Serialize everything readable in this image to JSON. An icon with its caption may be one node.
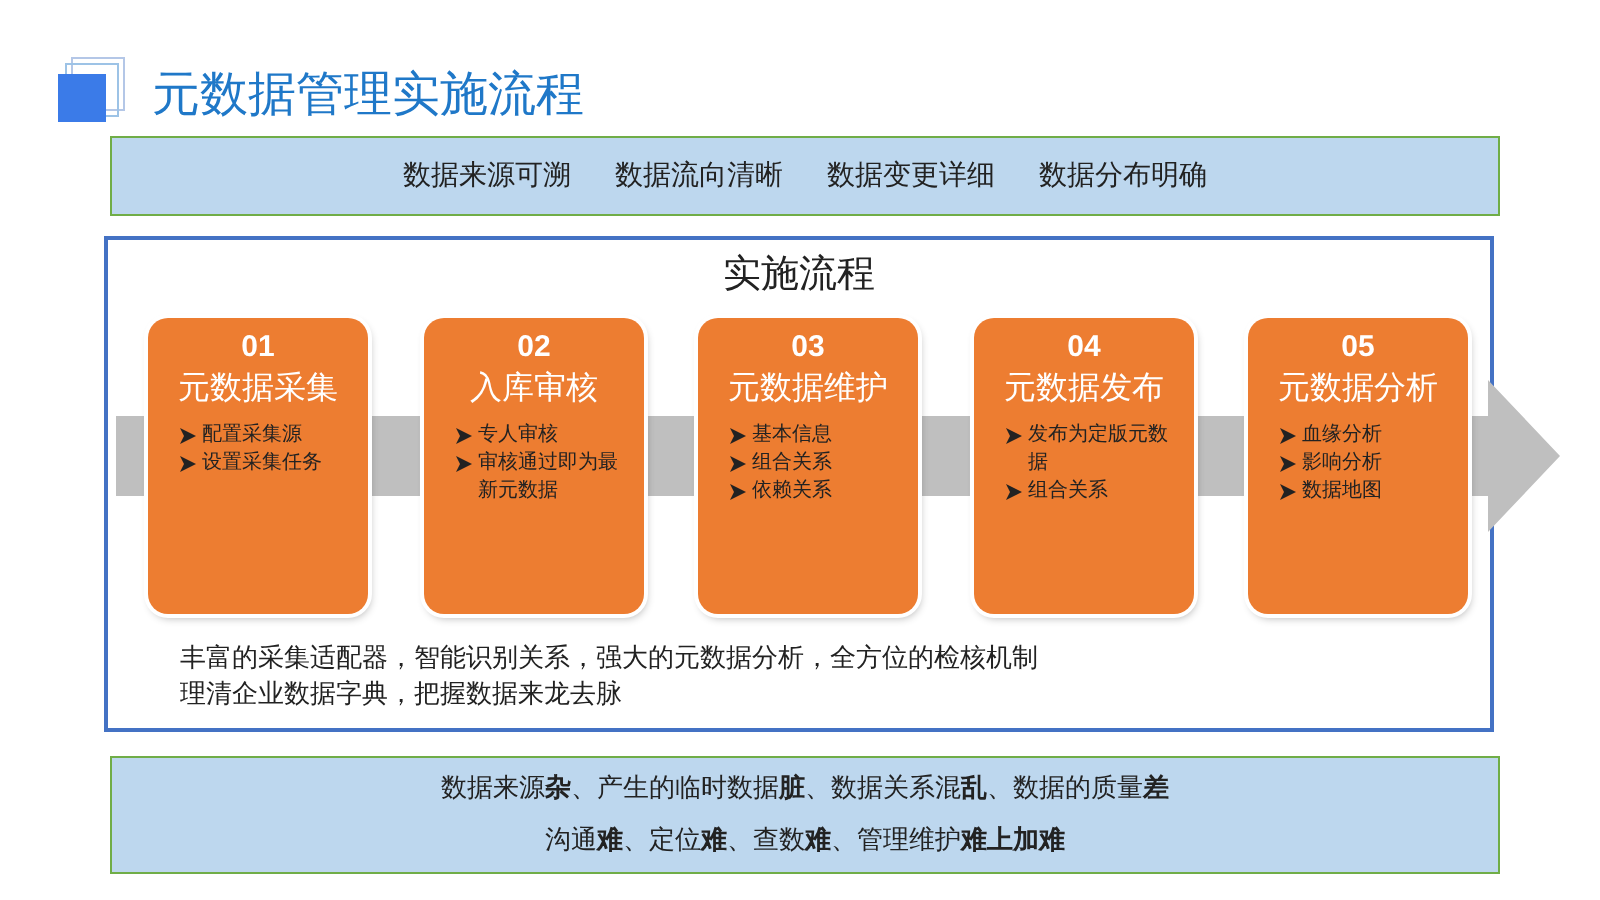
{
  "diagram": {
    "title": "元数据管理实施流程",
    "nodes": [
      {
        "text": [
          "数据来源可溯",
          "数据流向清晰",
          "数据变更详细",
          "数据分布明确"
        ]
      },
      {
        "text": [
          "实施流程",
          "丰富的采集适配器，智能识别关系，强大的元数据分析，全方位的检核机制",
          "理清企业数据字典，把握数据来龙去脉"
        ]
      },
      {
        "text": [
          "01",
          "元数据采集",
          "配置采集源",
          "设置采集任务"
        ],
        "in": 1
      },
      {
        "text": [
          "02",
          "入库审核",
          "专人审核",
          "审核通过即为最新元数据"
        ],
        "in": 1
      },
      {
        "text": [
          "03",
          "元数据维护",
          "基本信息",
          "组合关系",
          "依赖关系"
        ],
        "in": 1
      },
      {
        "text": [
          "04",
          "元数据发布",
          "发布为定版元数据",
          "组合关系"
        ],
        "in": 1
      },
      {
        "text": [
          "05",
          "元数据分析",
          "血缘分析",
          "影响分析",
          "数据地图"
        ],
        "in": 1
      },
      {
        "text": [
          "数据来源**杂**、产生的临时数据**脏**、数据关系混**乱**、数据的质量**差**",
          "沟通**难**、定位**难**、查数**难**、管理维护**难上加难**"
        ]
      }
    ],
    "edges": []
  }
}
